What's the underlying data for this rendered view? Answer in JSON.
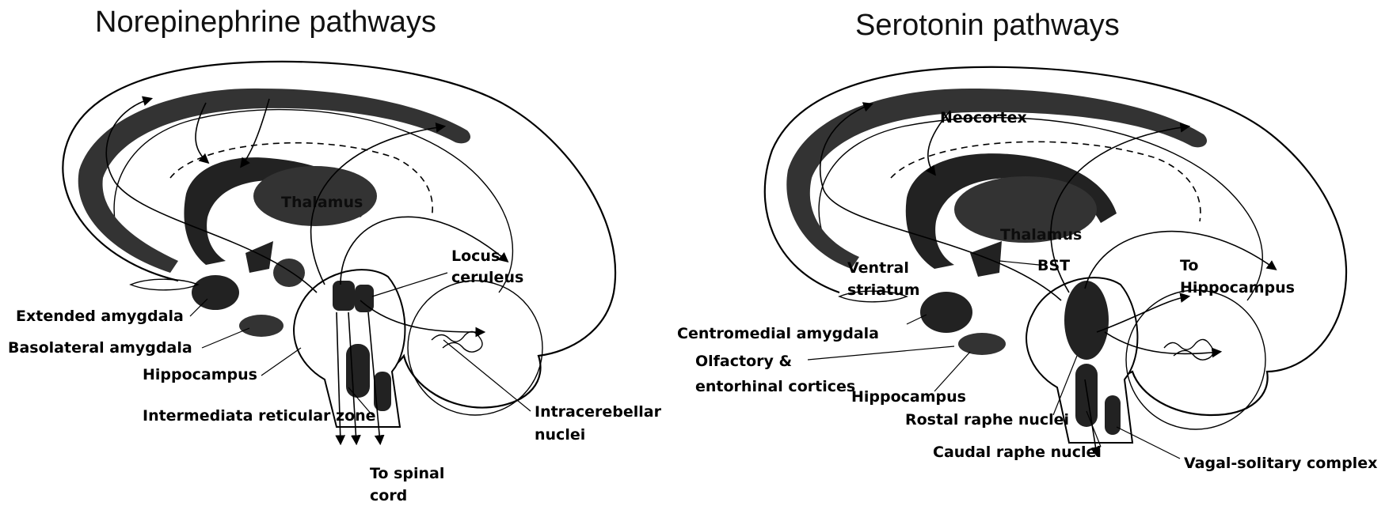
{
  "left": {
    "title": "Norepinephrine pathways",
    "labels": {
      "thalamus": "Thalamus",
      "locus": "Locus",
      "ceruleus": "ceruleus",
      "extended_amygdala": "Extended amygdala",
      "basolateral_amygdala": "Basolateral amygdala",
      "hippocampus": "Hippocampus",
      "intermediate_reticular_zone": "Intermediata reticular zone",
      "intracerebellar_1": "Intracerebellar",
      "intracerebellar_2": "nuclei",
      "spinal_1": "To spinal",
      "spinal_2": "cord"
    }
  },
  "right": {
    "title": "Serotonin pathways",
    "labels": {
      "neocortex": "Neocortex",
      "thalamus": "Thalamus",
      "ventral_striatum_1": "Ventral",
      "ventral_striatum_2": "striatum",
      "bst": "BST",
      "to_hippocampus_1": "To",
      "to_hippocampus_2": "Hippocampus",
      "centromedial_amygdala": "Centromedial amygdala",
      "olfactory_1": "Olfactory &",
      "olfactory_2": "entorhinal cortices",
      "hippocampus": "Hippocampus",
      "rostral_raphe": "Rostal raphe nuclei",
      "caudal_raphe": "Caudal raphe nuclei",
      "vagal_solitary": "Vagal-solitary complex"
    }
  }
}
